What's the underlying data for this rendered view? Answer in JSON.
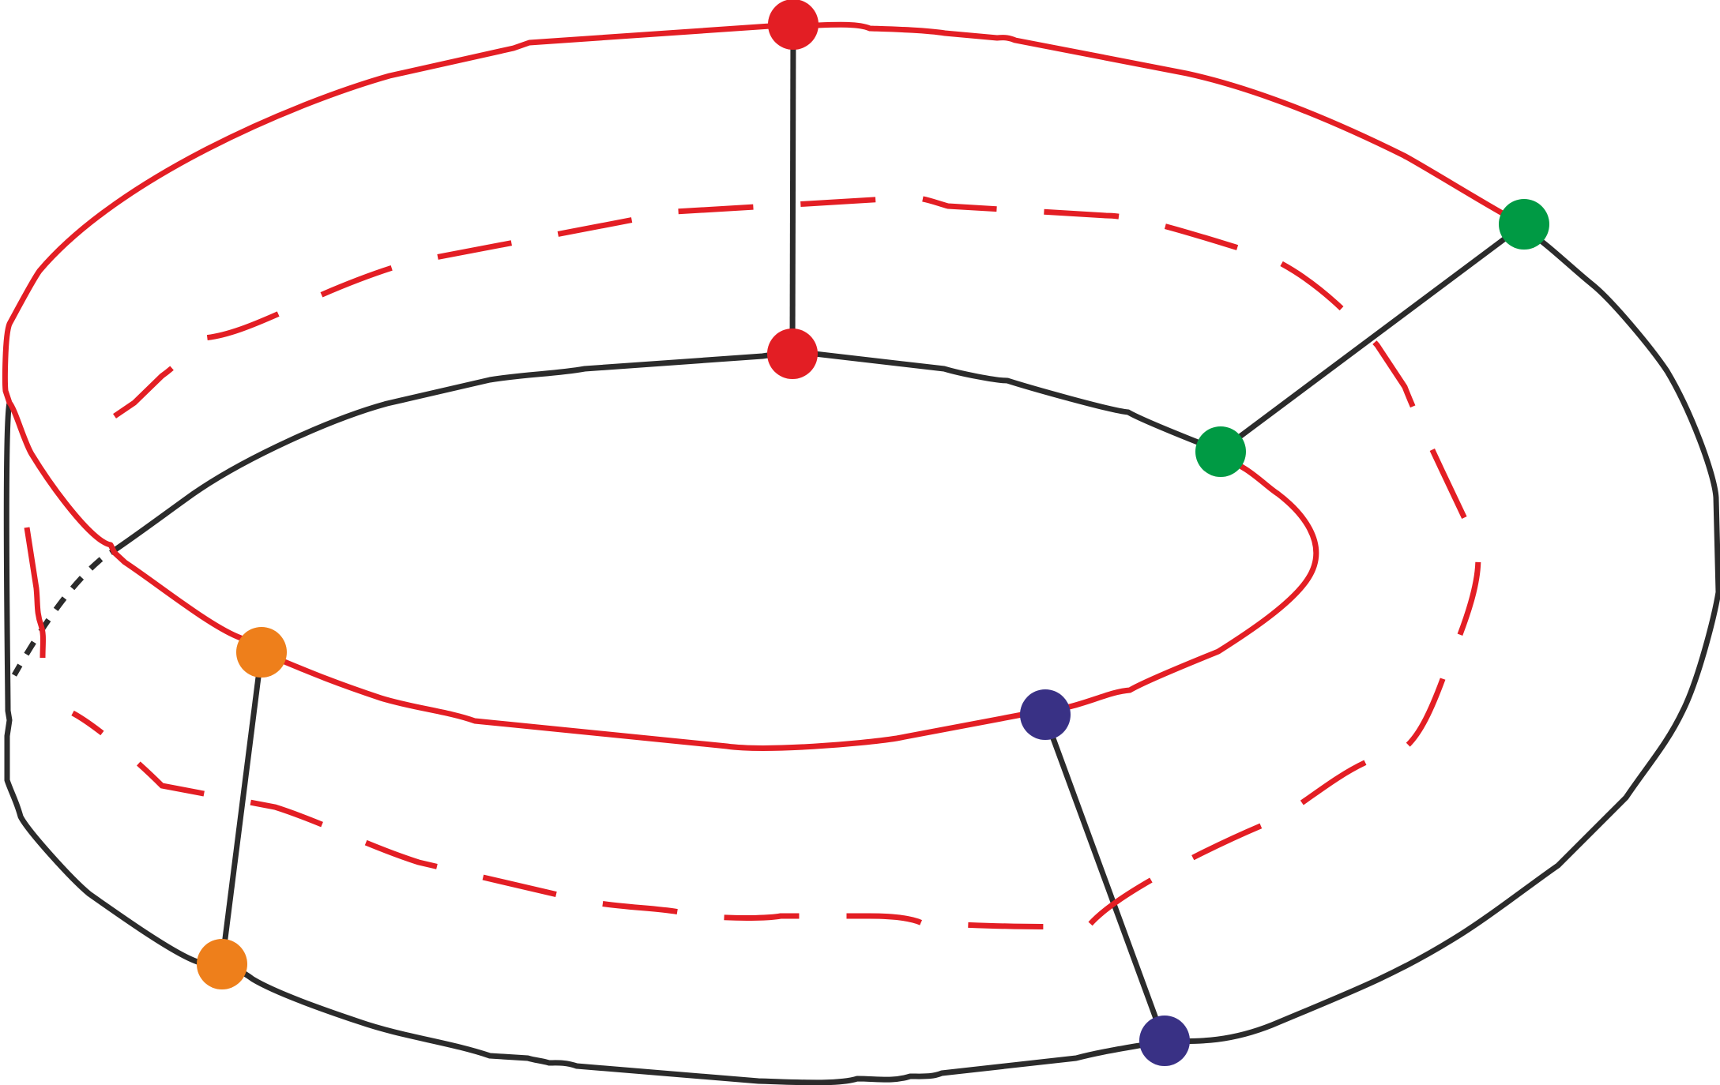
{
  "figure": {
    "description_text": "",
    "colors": {
      "outline": "#2b2b2b",
      "curve": "#e31e24",
      "red_points": "#e31e24",
      "green_points": "#009a44",
      "orange_points": "#ee7f1b",
      "blue_points": "#393185"
    },
    "point_pairs": [
      {
        "name": "red-pair",
        "color": "#e31e24"
      },
      {
        "name": "green-pair",
        "color": "#009a44"
      },
      {
        "name": "orange-pair",
        "color": "#ee7f1b"
      },
      {
        "name": "blue-pair",
        "color": "#393185"
      }
    ]
  }
}
